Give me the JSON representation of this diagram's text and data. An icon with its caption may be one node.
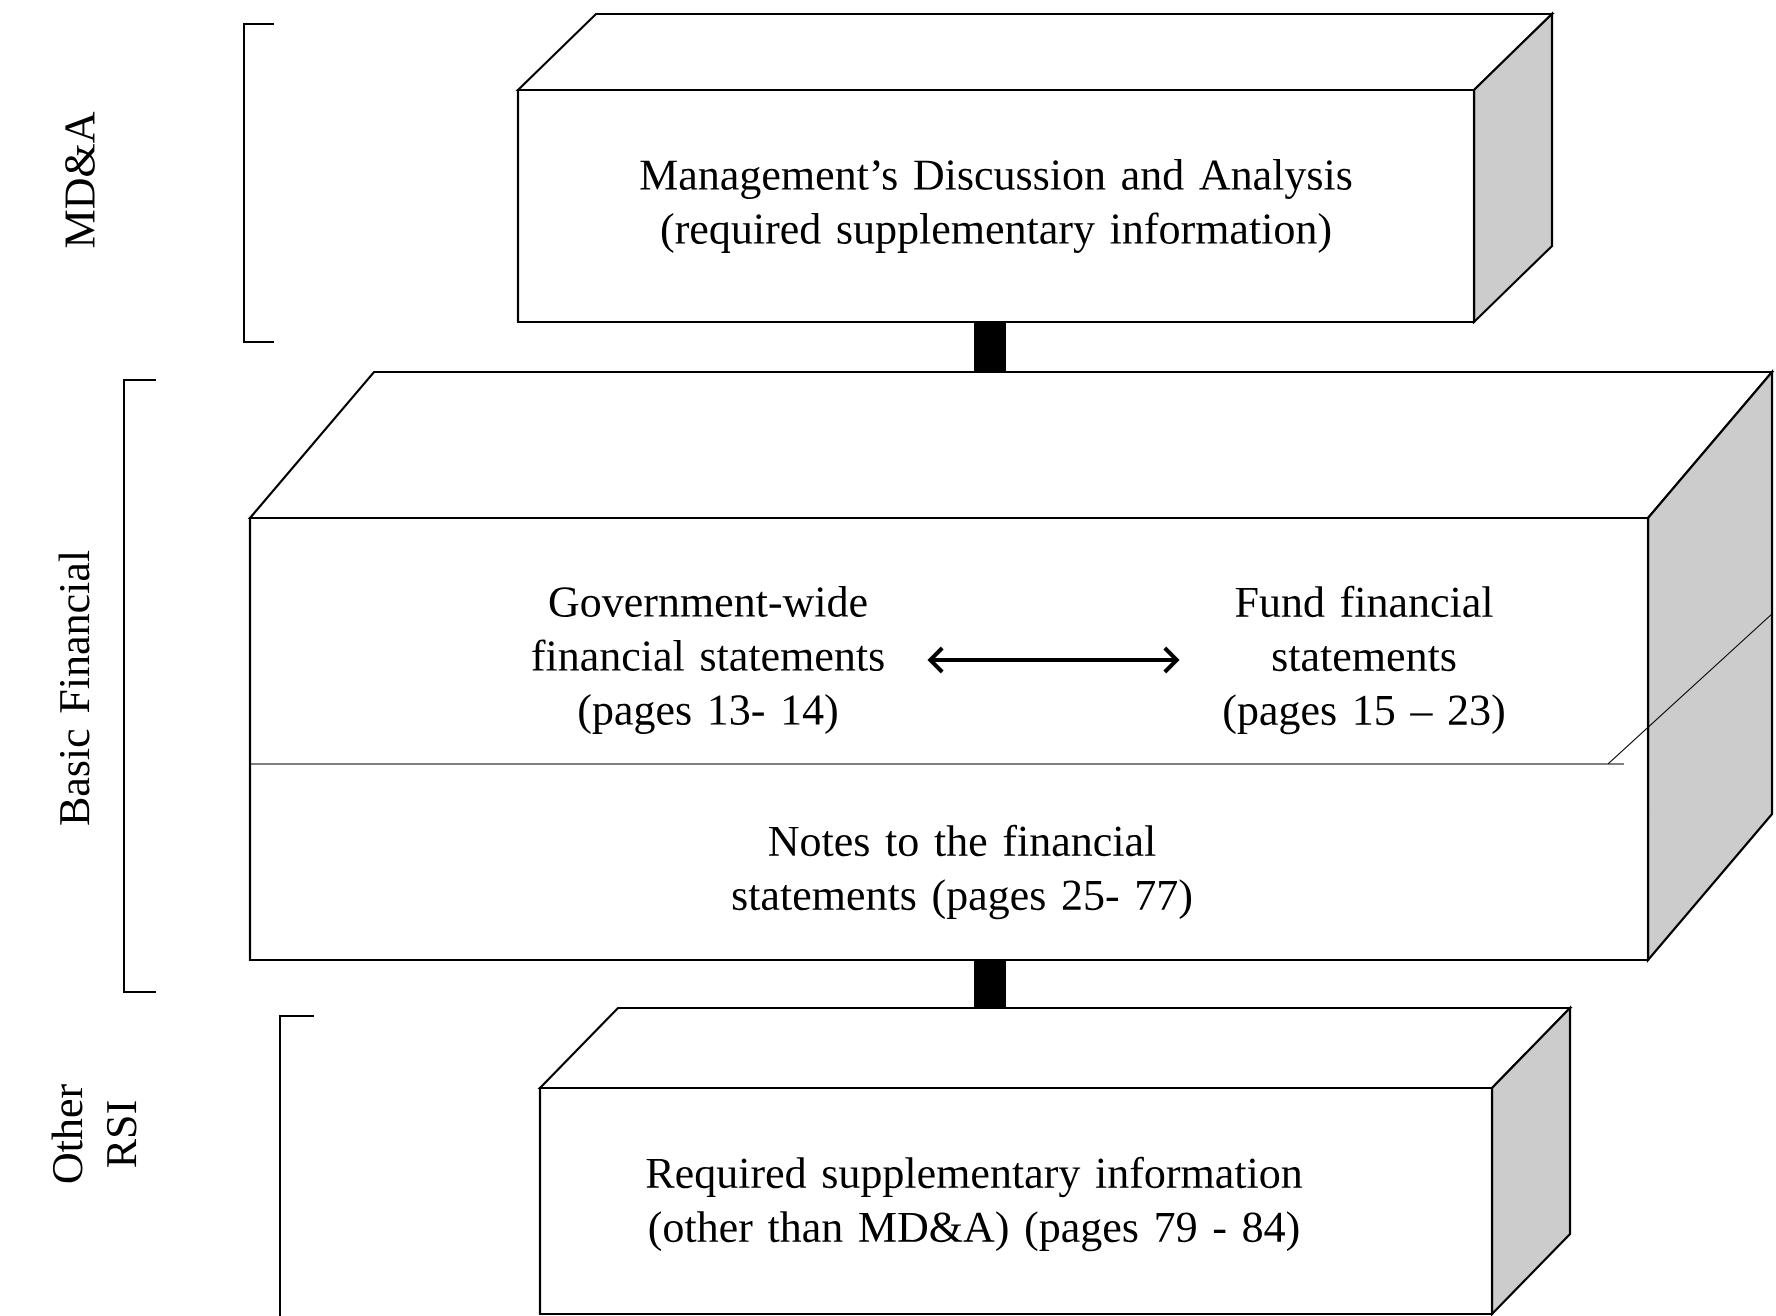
{
  "diagram": {
    "nodes": [
      {
        "text": [
          "Management’s Discussion and Analysis (required supplementary information)"
        ]
      },
      {
        "text": [],
        "shape": "box"
      },
      {
        "text": [
          "Government-wide financial statements (pages 13- 14)"
        ],
        "in": 1
      },
      {
        "text": [
          "Fund financial statements (pages 15 – 23)"
        ],
        "in": 1
      },
      {
        "text": [
          "Notes to the financial statements (pages 25- 77)"
        ],
        "in": 1
      },
      {
        "text": [
          "Required supplementary information (other than MD&A) (pages 79 - 84)"
        ]
      }
    ],
    "edges": [
      {
        "from": 0,
        "to": 1,
        "arrow": "none"
      },
      {
        "from": 2,
        "to": 3,
        "arrow": "both"
      },
      {
        "from": 1,
        "to": 5,
        "arrow": "none"
      }
    ],
    "labels": [
      "MD&A",
      "Basic Financial",
      "Other RSI"
    ]
  }
}
